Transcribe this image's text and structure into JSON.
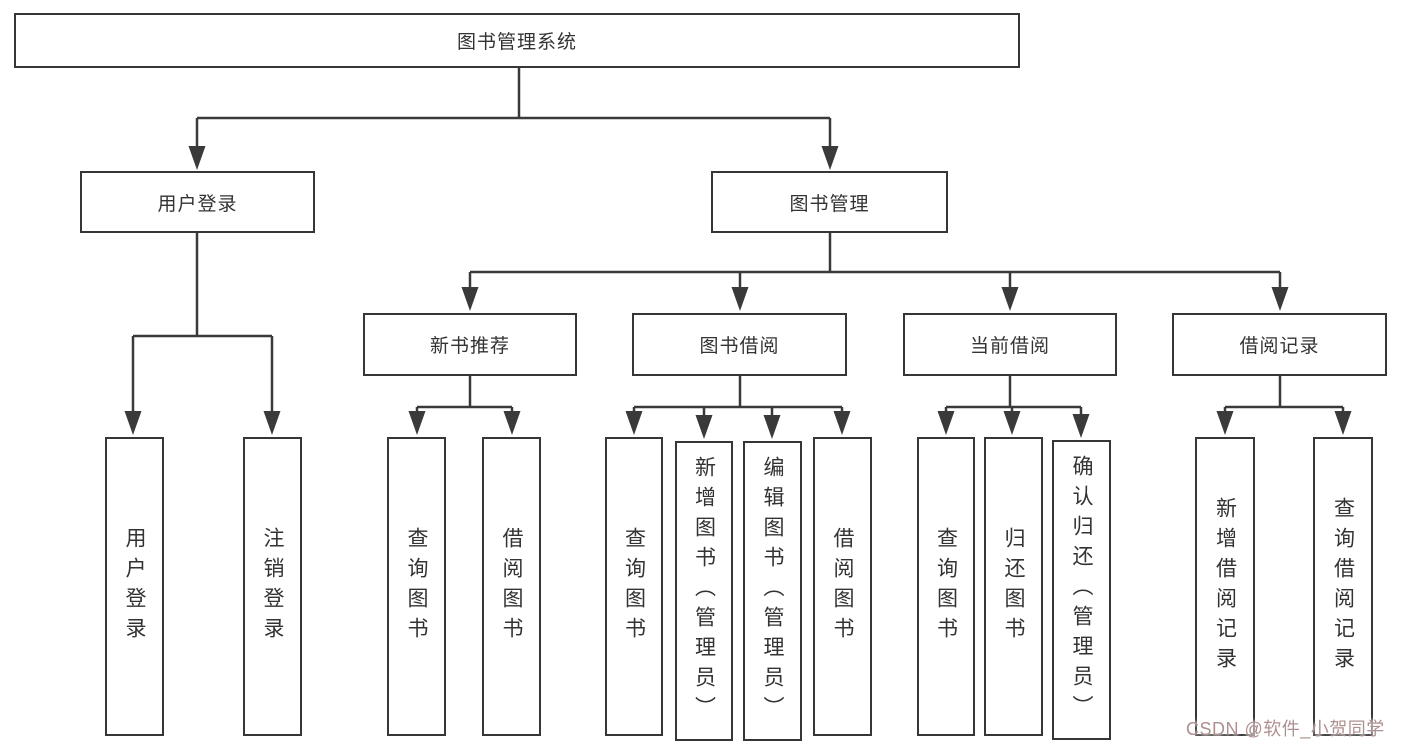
{
  "diagram": {
    "root": {
      "label": "图书管理系统"
    },
    "branches": [
      {
        "label": "用户登录",
        "children": [
          {
            "label": "用户登录"
          },
          {
            "label": "注销登录"
          }
        ]
      },
      {
        "label": "图书管理",
        "children": [
          {
            "label": "新书推荐",
            "children": [
              {
                "label": "查询图书"
              },
              {
                "label": "借阅图书"
              }
            ]
          },
          {
            "label": "图书借阅",
            "children": [
              {
                "label": "查询图书"
              },
              {
                "label": "新增图书（管理员）"
              },
              {
                "label": "编辑图书（管理员）"
              },
              {
                "label": "借阅图书"
              }
            ]
          },
          {
            "label": "当前借阅",
            "children": [
              {
                "label": "查询图书"
              },
              {
                "label": "归还图书"
              },
              {
                "label": "确认归还（管理员）"
              }
            ]
          },
          {
            "label": "借阅记录",
            "children": [
              {
                "label": "新增借阅记录"
              },
              {
                "label": "查询借阅记录"
              }
            ]
          }
        ]
      }
    ],
    "watermark": {
      "text": "CSDN @软件_小贺同学",
      "color": "#b08f8f"
    },
    "colors": {
      "line": "#3a3a3a",
      "border": "#363636",
      "text": "#333333",
      "background": "#ffffff"
    }
  }
}
